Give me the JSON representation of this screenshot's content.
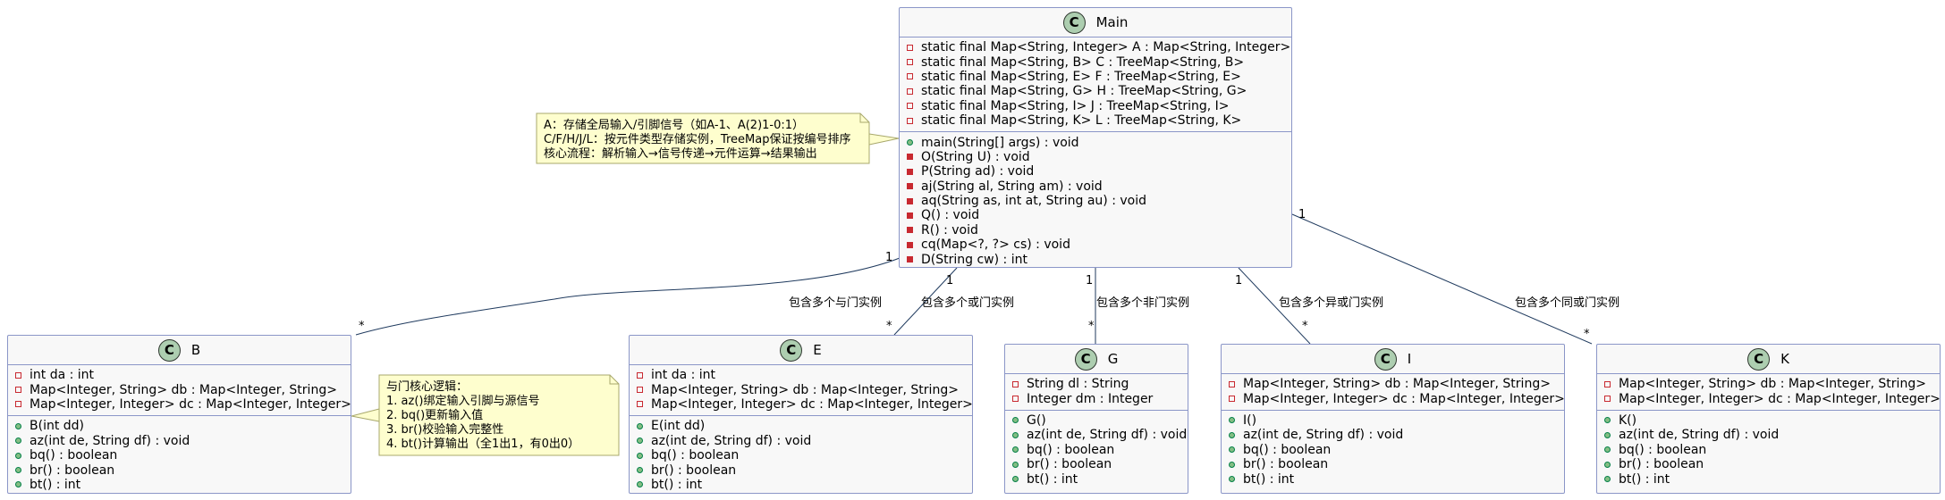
{
  "classes": [
    {
      "id": "Main",
      "name": "Main",
      "attributes": [
        {
          "vis": "private",
          "text": "static final Map<String, Integer> A : Map<String, Integer>"
        },
        {
          "vis": "private",
          "text": "static final Map<String, B> C : TreeMap<String, B>"
        },
        {
          "vis": "private",
          "text": "static final Map<String, E> F : TreeMap<String, E>"
        },
        {
          "vis": "private",
          "text": "static final Map<String, G> H : TreeMap<String, G>"
        },
        {
          "vis": "private",
          "text": "static final Map<String, I> J : TreeMap<String, I>"
        },
        {
          "vis": "private",
          "text": "static final Map<String, K> L : TreeMap<String, K>"
        }
      ],
      "methods": [
        {
          "vis": "public",
          "text": "main(String[] args) : void"
        },
        {
          "vis": "private",
          "text": "O(String U) : void"
        },
        {
          "vis": "private",
          "text": "P(String ad) : void"
        },
        {
          "vis": "private",
          "text": "aj(String al, String am) : void"
        },
        {
          "vis": "private",
          "text": "aq(String as, int at, String au) : void"
        },
        {
          "vis": "private",
          "text": "Q() : void"
        },
        {
          "vis": "private",
          "text": "R() : void"
        },
        {
          "vis": "private",
          "text": "cq(Map<?, ?> cs) : void"
        },
        {
          "vis": "private",
          "text": "D(String cw) : int"
        }
      ]
    },
    {
      "id": "B",
      "name": "B",
      "attributes": [
        {
          "vis": "private",
          "text": "int da : int"
        },
        {
          "vis": "private",
          "text": "Map<Integer, String> db : Map<Integer, String>"
        },
        {
          "vis": "private",
          "text": "Map<Integer, Integer> dc : Map<Integer, Integer>"
        }
      ],
      "methods": [
        {
          "vis": "public",
          "text": "B(int dd)"
        },
        {
          "vis": "public",
          "text": "az(int de, String df) : void"
        },
        {
          "vis": "public",
          "text": "bq() : boolean"
        },
        {
          "vis": "public",
          "text": "br() : boolean"
        },
        {
          "vis": "public",
          "text": "bt() : int"
        }
      ]
    },
    {
      "id": "E",
      "name": "E",
      "attributes": [
        {
          "vis": "private",
          "text": "int da : int"
        },
        {
          "vis": "private",
          "text": "Map<Integer, String> db : Map<Integer, String>"
        },
        {
          "vis": "private",
          "text": "Map<Integer, Integer> dc : Map<Integer, Integer>"
        }
      ],
      "methods": [
        {
          "vis": "public",
          "text": "E(int dd)"
        },
        {
          "vis": "public",
          "text": "az(int de, String df) : void"
        },
        {
          "vis": "public",
          "text": "bq() : boolean"
        },
        {
          "vis": "public",
          "text": "br() : boolean"
        },
        {
          "vis": "public",
          "text": "bt() : int"
        }
      ]
    },
    {
      "id": "G",
      "name": "G",
      "attributes": [
        {
          "vis": "private",
          "text": "String dl : String"
        },
        {
          "vis": "private",
          "text": "Integer dm : Integer"
        }
      ],
      "methods": [
        {
          "vis": "public",
          "text": "G()"
        },
        {
          "vis": "public",
          "text": "az(int de, String df) : void"
        },
        {
          "vis": "public",
          "text": "bq() : boolean"
        },
        {
          "vis": "public",
          "text": "br() : boolean"
        },
        {
          "vis": "public",
          "text": "bt() : int"
        }
      ]
    },
    {
      "id": "I",
      "name": "I",
      "attributes": [
        {
          "vis": "private",
          "text": "Map<Integer, String> db : Map<Integer, String>"
        },
        {
          "vis": "private",
          "text": "Map<Integer, Integer> dc : Map<Integer, Integer>"
        }
      ],
      "methods": [
        {
          "vis": "public",
          "text": "I()"
        },
        {
          "vis": "public",
          "text": "az(int de, String df) : void"
        },
        {
          "vis": "public",
          "text": "bq() : boolean"
        },
        {
          "vis": "public",
          "text": "br() : boolean"
        },
        {
          "vis": "public",
          "text": "bt() : int"
        }
      ]
    },
    {
      "id": "K",
      "name": "K",
      "attributes": [
        {
          "vis": "private",
          "text": "Map<Integer, String> db : Map<Integer, String>"
        },
        {
          "vis": "private",
          "text": "Map<Integer, Integer> dc : Map<Integer, Integer>"
        }
      ],
      "methods": [
        {
          "vis": "public",
          "text": "K()"
        },
        {
          "vis": "public",
          "text": "az(int de, String df) : void"
        },
        {
          "vis": "public",
          "text": "bq() : boolean"
        },
        {
          "vis": "public",
          "text": "br() : boolean"
        },
        {
          "vis": "public",
          "text": "bt() : int"
        }
      ]
    }
  ],
  "class_badge_letter": "C",
  "notes": [
    {
      "id": "main-note",
      "lines": [
        "A：存储全局输入/引脚信号（如A-1、A(2)1-0:1）",
        "C/F/H/J/L：按元件类型存储实例，TreeMap保证按编号排序",
        "核心流程：解析输入→信号传递→元件运算→结果输出"
      ]
    },
    {
      "id": "and-gate-note",
      "lines": [
        "与门核心逻辑：",
        "1. az()绑定输入引脚与源信号",
        "2. bq()更新输入值",
        "3. br()校验输入完整性",
        "4. bt()计算输出（全1出1，有0出0）"
      ]
    }
  ],
  "associations": [
    {
      "from": "Main",
      "to": "B",
      "label": "包含多个与门实例",
      "source_mult": "1",
      "target_mult": "*"
    },
    {
      "from": "Main",
      "to": "E",
      "label": "包含多个或门实例",
      "source_mult": "1",
      "target_mult": "*"
    },
    {
      "from": "Main",
      "to": "G",
      "label": "包含多个非门实例",
      "source_mult": "1",
      "target_mult": "*"
    },
    {
      "from": "Main",
      "to": "I",
      "label": "包含多个异或门实例",
      "source_mult": "1",
      "target_mult": "*"
    },
    {
      "from": "Main",
      "to": "K",
      "label": "包含多个同或门实例",
      "source_mult": "1",
      "target_mult": "*"
    }
  ],
  "colors": {
    "class_fill": "#f8f8f8",
    "class_border": "#8b96c8",
    "badge_fill": "#adceb0",
    "note_fill": "#fefece",
    "note_border": "#a8a86c",
    "edge": "#1f3a5e",
    "private_marker": "#c82930",
    "public_marker": "#038048"
  }
}
